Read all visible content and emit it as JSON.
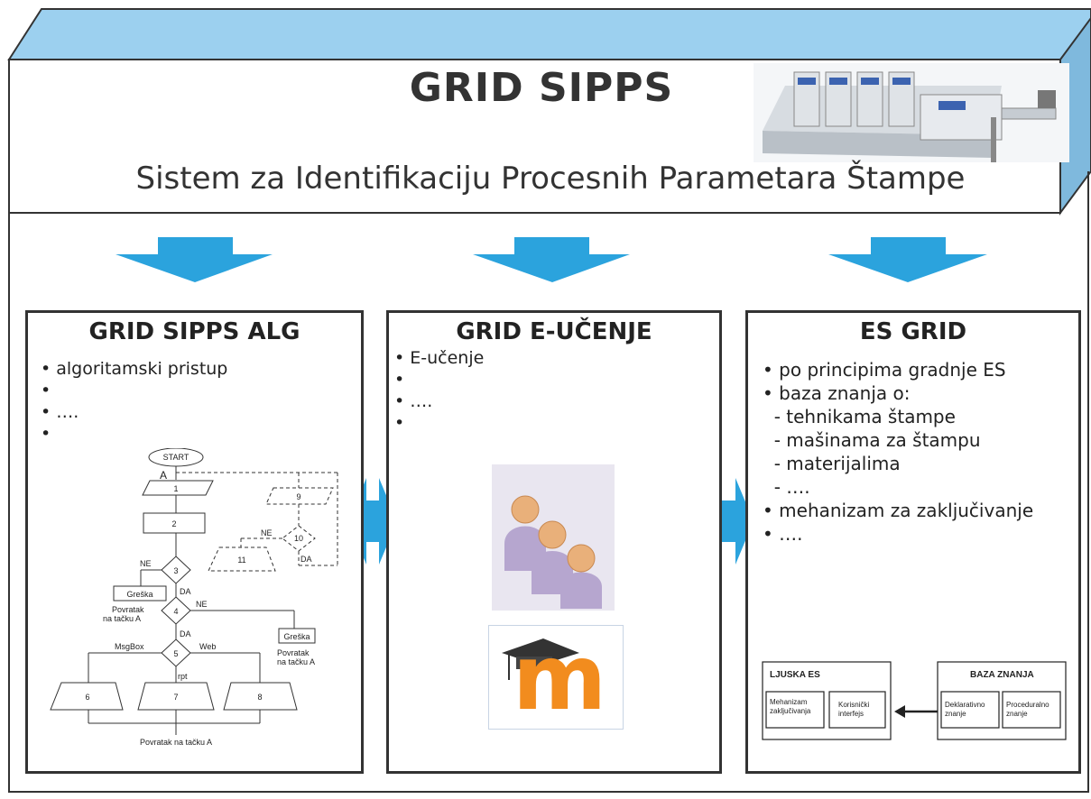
{
  "header": {
    "title": "GRID SIPPS",
    "subtitle": "Sistem za Identifikaciju Procesnih Parametara Štampe",
    "top_color": "#9cd0ef",
    "side_color": "#7fb9dd"
  },
  "arrow_color": "#2ba3dd",
  "panels": {
    "alg": {
      "title": "GRID SIPPS ALG",
      "bullets": [
        "algoritamski pristup",
        "",
        "….",
        ""
      ],
      "flowchart": {
        "start": "START",
        "point_a": "A",
        "n1": "1",
        "n2": "2",
        "n3": "3",
        "n4": "4",
        "n5": "5",
        "n6": "6",
        "n7": "7",
        "n8": "8",
        "n9": "9",
        "n10": "10",
        "n11": "11",
        "ne1": "NE",
        "ne2": "NE",
        "ne3": "NE",
        "da1": "DA",
        "da2": "DA",
        "da3": "DA",
        "greska1": "Greška",
        "greska2": "Greška",
        "povratak1a": "Povratak",
        "povratak1b": "na tačku A",
        "povratak2a": "Povratak",
        "povratak2b": "na tačku A",
        "msgbox": "MsgBox",
        "web": "Web",
        "rpt": "rpt",
        "povratak_bottom": "Povratak na tačku A"
      }
    },
    "ucenje": {
      "title": "GRID E-UČENJE",
      "bullets": [
        "E-učenje",
        "",
        "….",
        ""
      ],
      "logo_letter": "m"
    },
    "es": {
      "title": "ES GRID",
      "bullets": [
        "• po principima gradnje ES",
        "• baza znanja o:",
        "  - tehnikama štampe",
        "  - mašinama za štampu",
        "  - materijalima",
        "  - ….",
        "• mehanizam za zaključivanje",
        "• …."
      ],
      "ljuska": {
        "title": "LJUSKA ES",
        "box1a": "Mehanizam",
        "box1b": "zaključivanja",
        "box2a": "Korisnički",
        "box2b": "interfejs"
      },
      "baza": {
        "title": "BAZA ZNANJA",
        "box1a": "Deklarativno",
        "box1b": "znanje",
        "box2a": "Proceduralno",
        "box2b": "znanje"
      }
    }
  }
}
